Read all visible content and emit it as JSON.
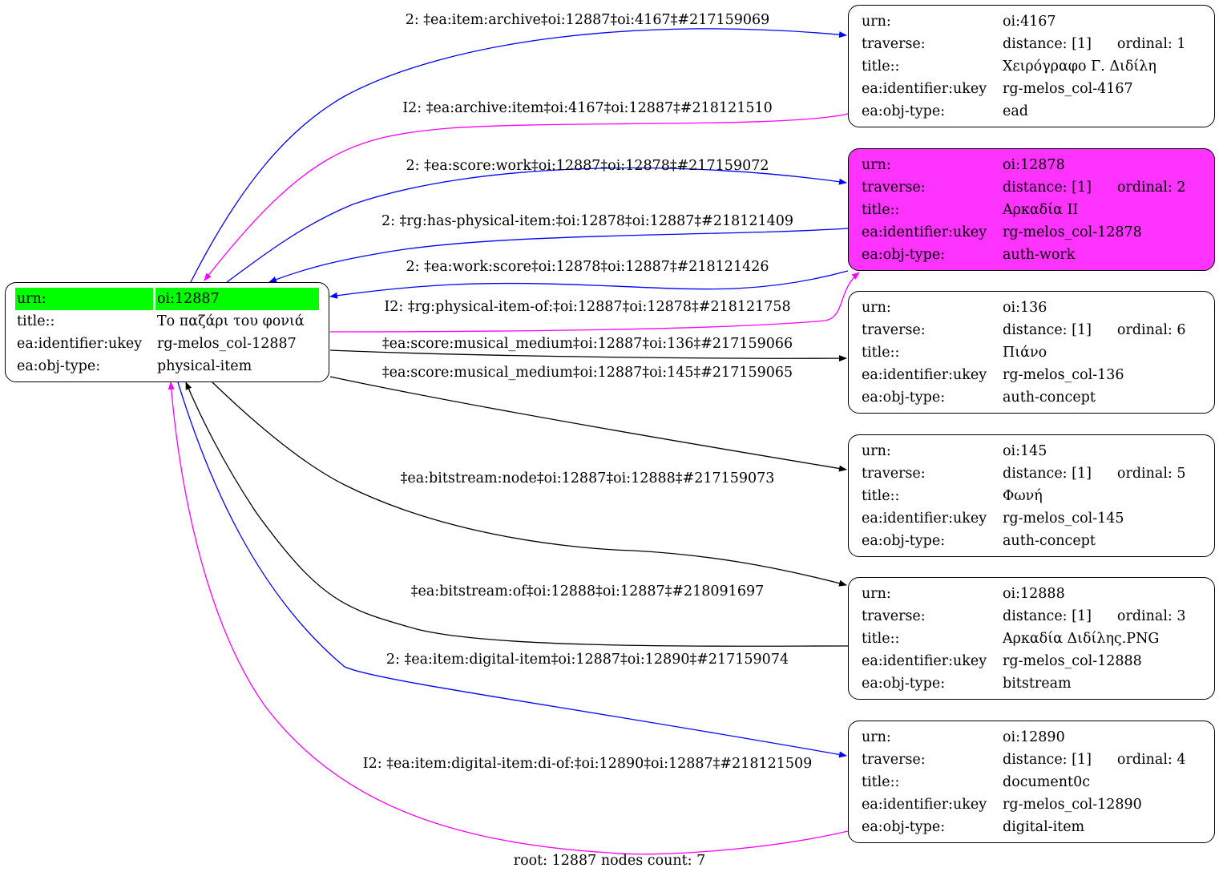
{
  "graph": {
    "footer": "root: 12887 nodes count: 7",
    "colors": {
      "forward_edge": "#0000ff",
      "inverse_edge": "#ff00ff",
      "plain_edge": "#000000",
      "root_highlight": "#00ff00",
      "highlight_node": "#ff33ff"
    },
    "root": {
      "rows": [
        {
          "key": "urn:",
          "value": "oi:12887"
        },
        {
          "key": "title::",
          "value": "Το παζάρι του φονιά"
        },
        {
          "key": "ea:identifier:ukey",
          "value": "rg-melos_col-12887"
        },
        {
          "key": "ea:obj-type:",
          "value": "physical-item"
        }
      ]
    },
    "nodes": [
      {
        "id": "oi:4167",
        "urn": "oi:4167",
        "distance": "distance: [1]",
        "ordinal": "ordinal: 1",
        "title": "Χειρόγραφο Γ. Διδίλη",
        "ukey": "rg-melos_col-4167",
        "obj_type": "ead",
        "highlight": false,
        "labels": {
          "urn": "urn:",
          "traverse": "traverse:",
          "title": "title::",
          "ukey": "ea:identifier:ukey",
          "obj_type": "ea:obj-type:"
        }
      },
      {
        "id": "oi:12878",
        "urn": "oi:12878",
        "distance": "distance: [1]",
        "ordinal": "ordinal: 2",
        "title": "Αρκαδία ΙΙ",
        "ukey": "rg-melos_col-12878",
        "obj_type": "auth-work",
        "highlight": true,
        "labels": {
          "urn": "urn:",
          "traverse": "traverse:",
          "title": "title::",
          "ukey": "ea:identifier:ukey",
          "obj_type": "ea:obj-type:"
        }
      },
      {
        "id": "oi:136",
        "urn": "oi:136",
        "distance": "distance: [1]",
        "ordinal": "ordinal: 6",
        "title": "Πιάνο",
        "ukey": "rg-melos_col-136",
        "obj_type": "auth-concept",
        "highlight": false,
        "labels": {
          "urn": "urn:",
          "traverse": "traverse:",
          "title": "title::",
          "ukey": "ea:identifier:ukey",
          "obj_type": "ea:obj-type:"
        }
      },
      {
        "id": "oi:145",
        "urn": "oi:145",
        "distance": "distance: [1]",
        "ordinal": "ordinal: 5",
        "title": "Φωνή",
        "ukey": "rg-melos_col-145",
        "obj_type": "auth-concept",
        "highlight": false,
        "labels": {
          "urn": "urn:",
          "traverse": "traverse:",
          "title": "title::",
          "ukey": "ea:identifier:ukey",
          "obj_type": "ea:obj-type:"
        }
      },
      {
        "id": "oi:12888",
        "urn": "oi:12888",
        "distance": "distance: [1]",
        "ordinal": "ordinal: 3",
        "title": "Αρκαδία Διδίλης.PNG",
        "ukey": "rg-melos_col-12888",
        "obj_type": "bitstream",
        "highlight": false,
        "labels": {
          "urn": "urn:",
          "traverse": "traverse:",
          "title": "title::",
          "ukey": "ea:identifier:ukey",
          "obj_type": "ea:obj-type:"
        }
      },
      {
        "id": "oi:12890",
        "urn": "oi:12890",
        "distance": "distance: [1]",
        "ordinal": "ordinal: 4",
        "title": "document0c",
        "ukey": "rg-melos_col-12890",
        "obj_type": "digital-item",
        "highlight": false,
        "labels": {
          "urn": "urn:",
          "traverse": "traverse:",
          "title": "title::",
          "ukey": "ea:identifier:ukey",
          "obj_type": "ea:obj-type:"
        }
      }
    ],
    "edges": [
      {
        "label": "2: ‡ea:item:archive‡oi:12887‡oi:4167‡#217159069",
        "from": "oi:12887",
        "to": "oi:4167",
        "kind": "forward"
      },
      {
        "label": "I2: ‡ea:archive:item‡oi:4167‡oi:12887‡#218121510",
        "from": "oi:4167",
        "to": "oi:12887",
        "kind": "inverse"
      },
      {
        "label": "2: ‡ea:score:work‡oi:12887‡oi:12878‡#217159072",
        "from": "oi:12887",
        "to": "oi:12878",
        "kind": "forward"
      },
      {
        "label": "2: ‡rg:has-physical-item:‡oi:12878‡oi:12887‡#218121409",
        "from": "oi:12878",
        "to": "oi:12887",
        "kind": "forward"
      },
      {
        "label": "2: ‡ea:work:score‡oi:12878‡oi:12887‡#218121426",
        "from": "oi:12878",
        "to": "oi:12887",
        "kind": "forward"
      },
      {
        "label": "I2: ‡rg:physical-item-of:‡oi:12887‡oi:12878‡#218121758",
        "from": "oi:12887",
        "to": "oi:12878",
        "kind": "inverse"
      },
      {
        "label": "‡ea:score:musical_medium‡oi:12887‡oi:136‡#217159066",
        "from": "oi:12887",
        "to": "oi:136",
        "kind": "plain"
      },
      {
        "label": "‡ea:score:musical_medium‡oi:12887‡oi:145‡#217159065",
        "from": "oi:12887",
        "to": "oi:145",
        "kind": "plain"
      },
      {
        "label": "‡ea:bitstream:node‡oi:12887‡oi:12888‡#217159073",
        "from": "oi:12887",
        "to": "oi:12888",
        "kind": "plain"
      },
      {
        "label": "‡ea:bitstream:of‡oi:12888‡oi:12887‡#218091697",
        "from": "oi:12888",
        "to": "oi:12887",
        "kind": "plain"
      },
      {
        "label": "2: ‡ea:item:digital-item‡oi:12887‡oi:12890‡#217159074",
        "from": "oi:12887",
        "to": "oi:12890",
        "kind": "forward"
      },
      {
        "label": "I2: ‡ea:item:digital-item:di-of:‡oi:12890‡oi:12887‡#218121509",
        "from": "oi:12890",
        "to": "oi:12887",
        "kind": "inverse"
      }
    ]
  }
}
